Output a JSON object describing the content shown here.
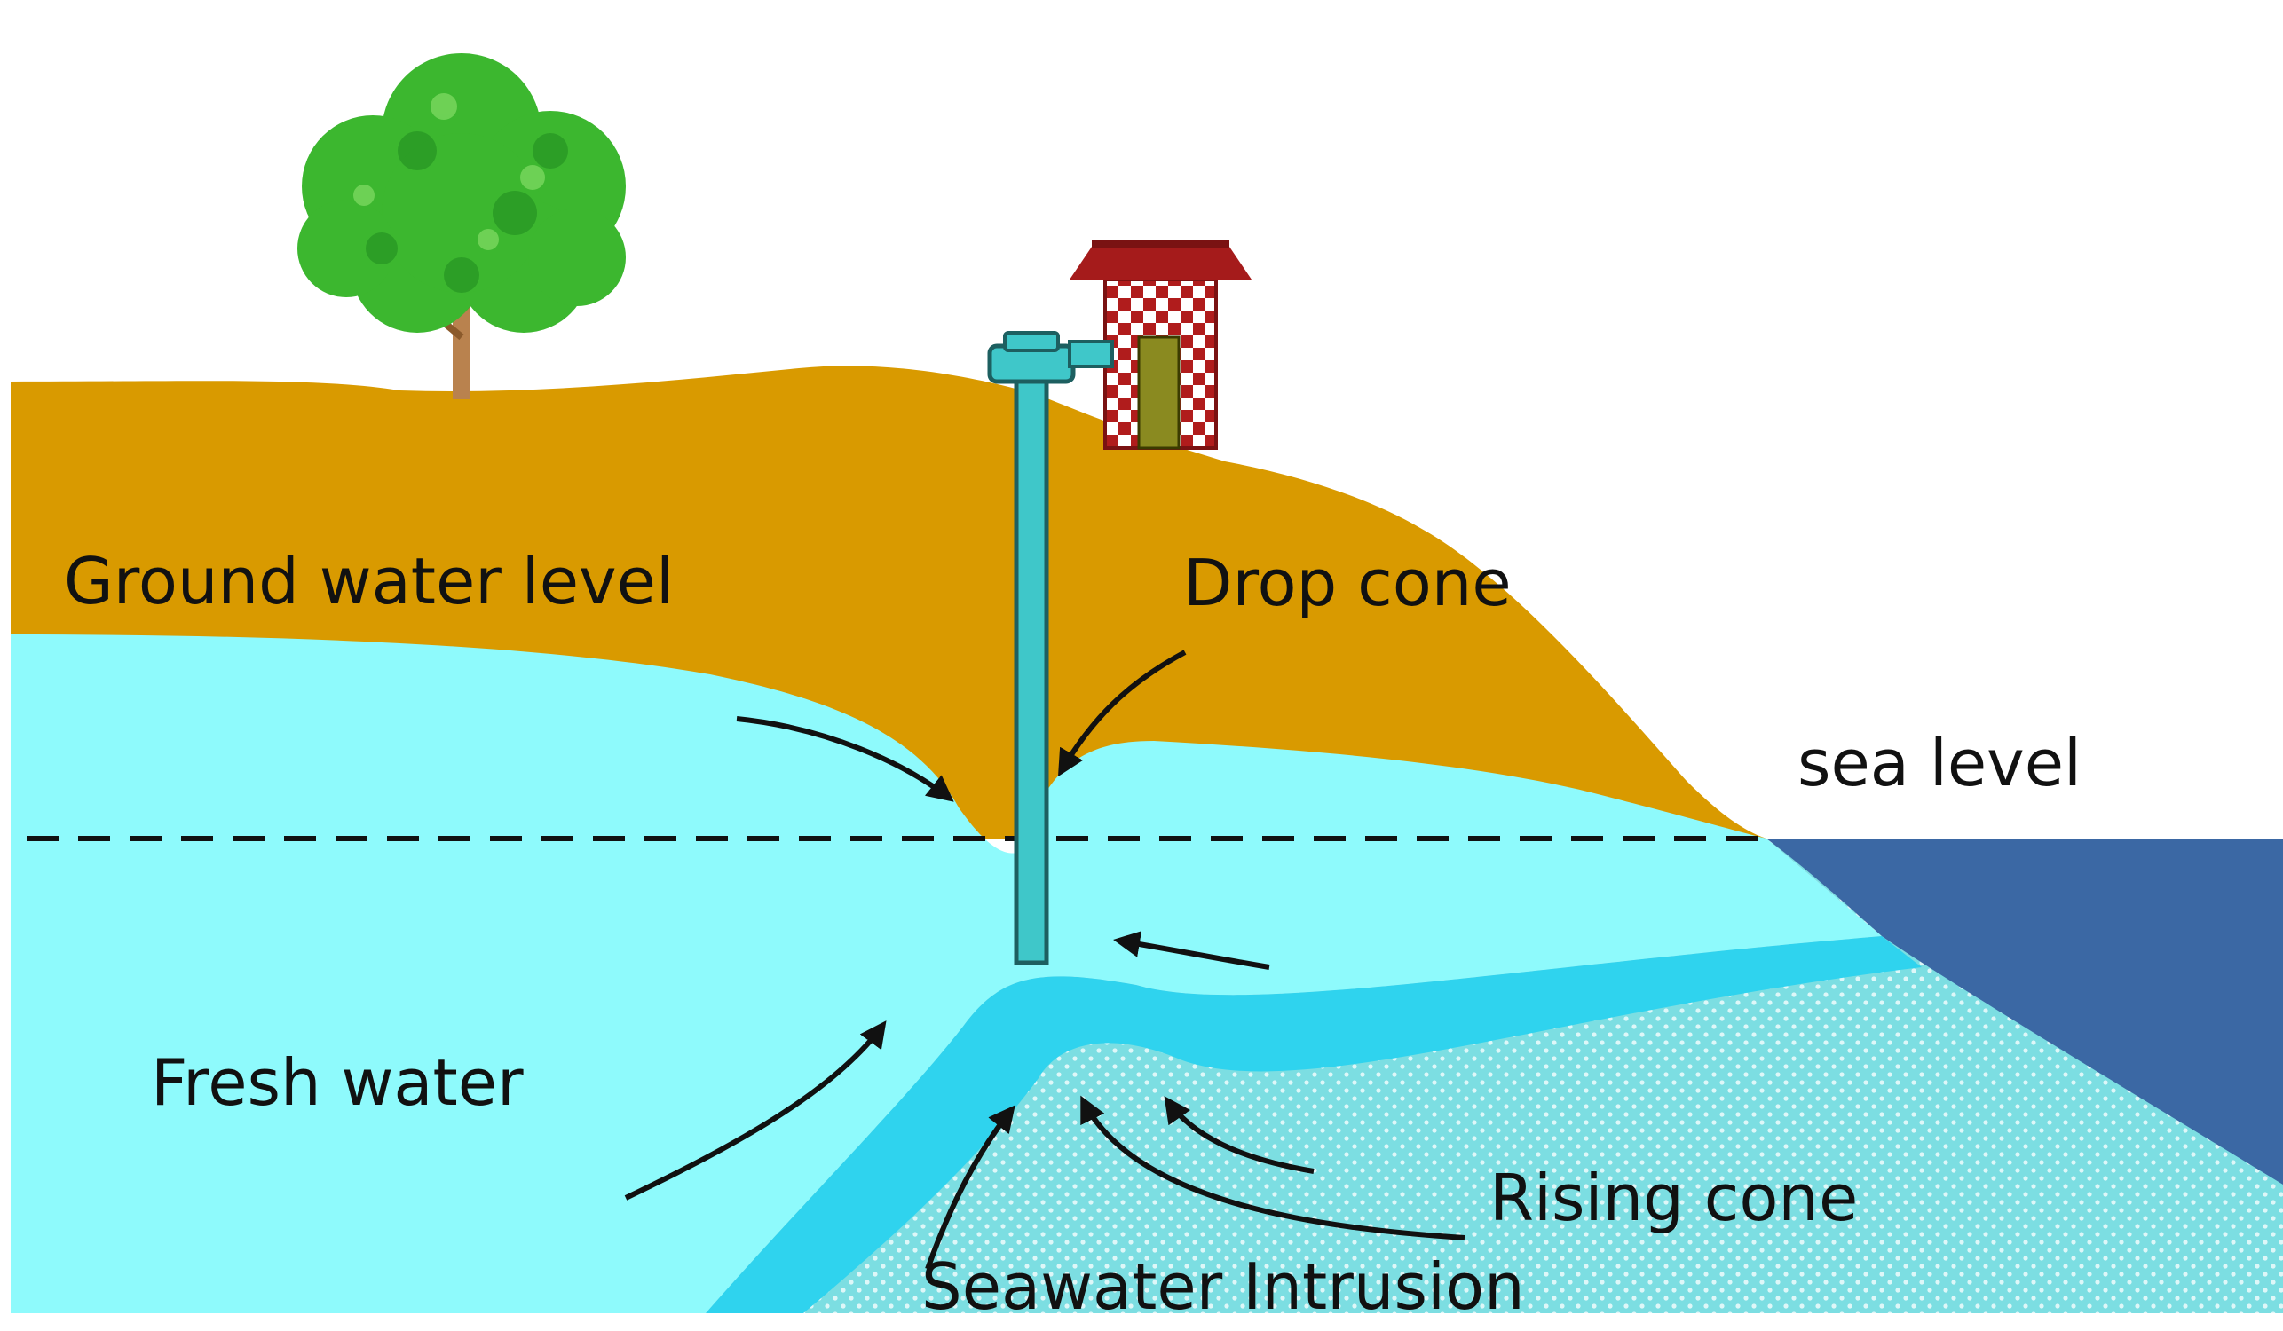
{
  "labels": {
    "ground_water_level": "Ground water level",
    "drop_cone": "Drop cone",
    "sea_level": "sea level",
    "fresh_water": "Fresh water",
    "rising_cone": "Rising cone",
    "seawater_intrusion": "Seawater Intrusion"
  },
  "colors": {
    "soil": "#D99A00",
    "fresh_water": "#8EFAFC",
    "interface_band": "#2FD3EE",
    "seawater": "#7CDEE2",
    "sea": "#3B68A4",
    "well": "#3FC7C9",
    "tree_leaves": "#3CB72F",
    "tree_trunk": "#B9824E",
    "house_roof": "#A51B1B",
    "house_door": "#8A8A20",
    "text": "#111111"
  },
  "icons": [
    "tree-icon",
    "house-icon",
    "well-icon"
  ]
}
